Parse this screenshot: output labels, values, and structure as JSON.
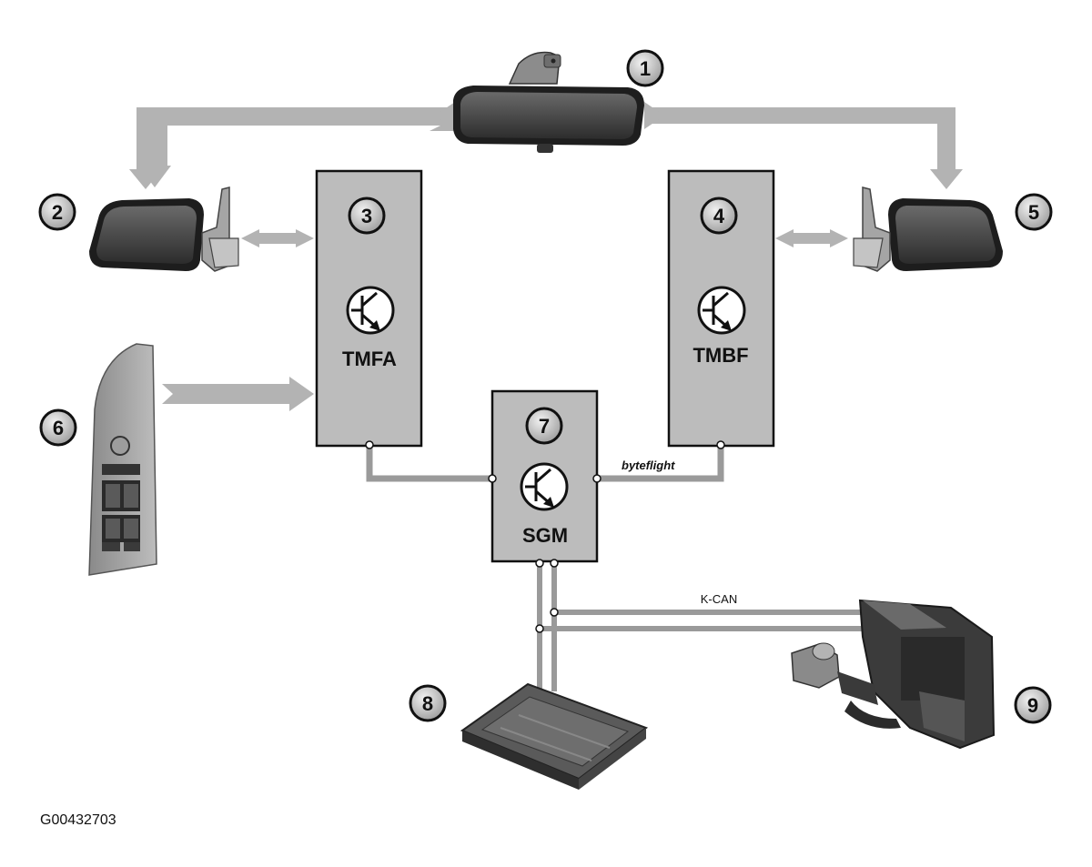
{
  "modules": {
    "tmfa": "TMFA",
    "tmbf": "TMBF",
    "sgm": "SGM"
  },
  "buses": {
    "byteflight": "byteflight",
    "kcan": "K-CAN"
  },
  "callouts": [
    "1",
    "2",
    "3",
    "4",
    "5",
    "6",
    "7",
    "8",
    "9"
  ],
  "figure_code": "G00432703",
  "icons": {
    "transistor": "transistor-icon",
    "mirror_inside": "rear-view-mirror-icon",
    "mirror_outside": "outside-mirror-icon",
    "switch_block": "window-switch-block-icon",
    "control_unit": "control-unit-icon",
    "heater": "auxiliary-heater-icon"
  },
  "colors": {
    "module_fill": "#bcbcbc",
    "arrow_fill": "#b0b0b0",
    "wire": "#9a9a9a",
    "outline": "#111111"
  }
}
